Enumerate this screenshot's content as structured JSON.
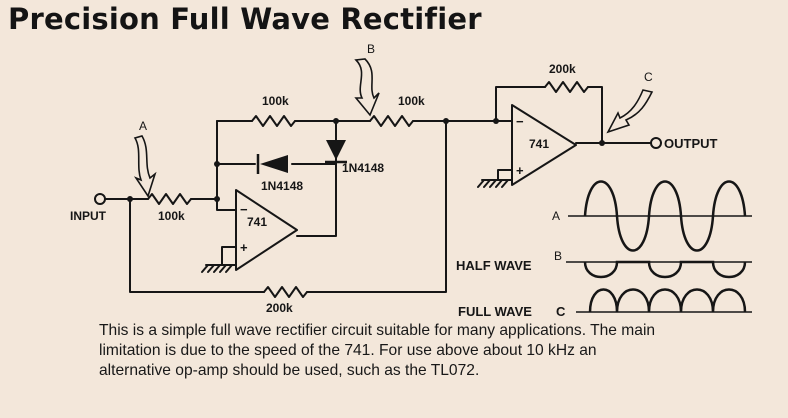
{
  "title": "Precision Full Wave Rectifier",
  "labels": {
    "input": "INPUT",
    "output": "OUTPUT",
    "opamp1": "741",
    "opamp2": "741",
    "r_input": "100k",
    "r_feedback1": "100k",
    "r_sum": "100k",
    "r_bypass": "200k",
    "r_feedback2": "200k",
    "diode1": "1N4148",
    "diode2": "1N4148",
    "minus1": "−",
    "plus1": "+",
    "minus2": "−",
    "plus2": "+",
    "point_a": "A",
    "point_b": "B",
    "point_c": "C"
  },
  "waveforms": {
    "a_label": "A",
    "b_label": "B",
    "c_label": "C",
    "half_wave": "HALF WAVE",
    "full_wave": "FULL WAVE"
  },
  "caption": {
    "line1": "This is a simple full wave rectifier circuit suitable for many applications. The main",
    "line2": "limitation is due to the speed of the 741. For use above about 10 kHz an",
    "line3": "alternative op-amp should be used, such as the TL072."
  }
}
